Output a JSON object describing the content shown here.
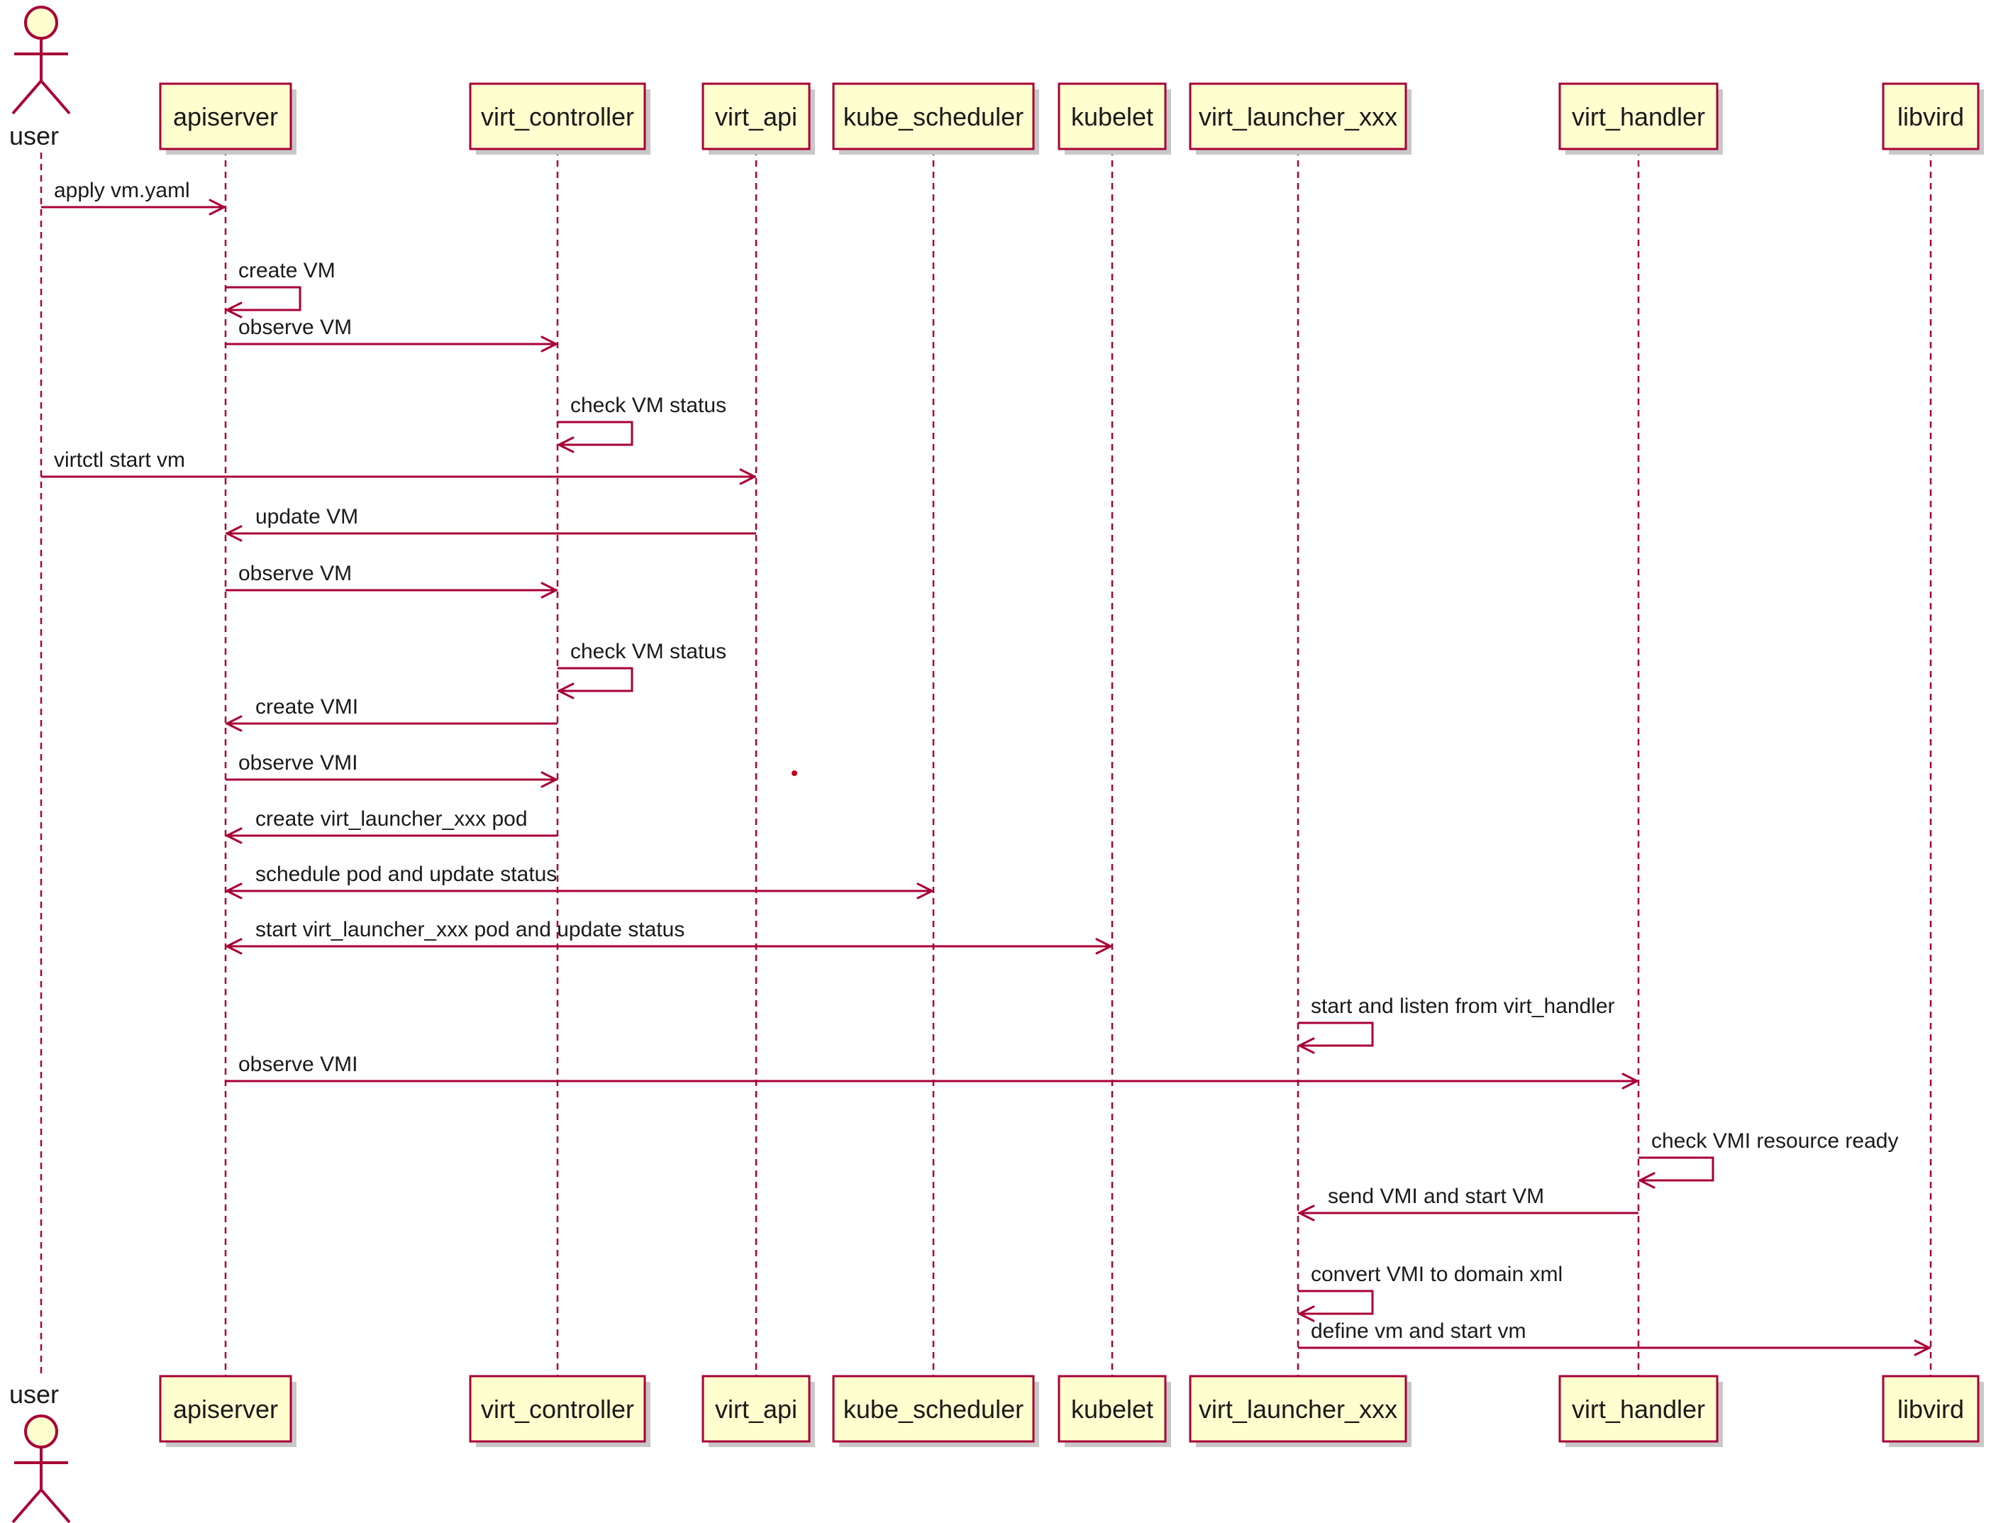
{
  "colors": {
    "border": "#a80036",
    "box_fill": "#fefece",
    "text": "#1a1a1a",
    "background": "#ffffff"
  },
  "actor": {
    "id": "user",
    "label": "user"
  },
  "participants": [
    {
      "id": "apiserver",
      "label": "apiserver"
    },
    {
      "id": "virt_controller",
      "label": "virt_controller"
    },
    {
      "id": "virt_api",
      "label": "virt_api"
    },
    {
      "id": "kube_scheduler",
      "label": "kube_scheduler"
    },
    {
      "id": "kubelet",
      "label": "kubelet"
    },
    {
      "id": "virt_launcher_xxx",
      "label": "virt_launcher_xxx"
    },
    {
      "id": "virt_handler",
      "label": "virt_handler"
    },
    {
      "id": "libvird",
      "label": "libvird"
    }
  ],
  "messages": [
    {
      "from": "user",
      "to": "apiserver",
      "label": "apply vm.yaml"
    },
    {
      "from": "apiserver",
      "to": "apiserver",
      "label": "create VM"
    },
    {
      "from": "apiserver",
      "to": "virt_controller",
      "label": "observe VM"
    },
    {
      "from": "virt_controller",
      "to": "virt_controller",
      "label": "check VM status"
    },
    {
      "from": "user",
      "to": "virt_api",
      "label": "virtctl start vm"
    },
    {
      "from": "virt_api",
      "to": "apiserver",
      "label": "update VM"
    },
    {
      "from": "apiserver",
      "to": "virt_controller",
      "label": "observe VM"
    },
    {
      "from": "virt_controller",
      "to": "virt_controller",
      "label": "check VM status"
    },
    {
      "from": "virt_controller",
      "to": "apiserver",
      "label": "create VMI"
    },
    {
      "from": "apiserver",
      "to": "virt_controller",
      "label": "observe VMI"
    },
    {
      "from": "virt_controller",
      "to": "apiserver",
      "label": "create virt_launcher_xxx pod"
    },
    {
      "from": "apiserver",
      "to": "kube_scheduler",
      "label": "schedule pod and update status",
      "bidirectional": true
    },
    {
      "from": "apiserver",
      "to": "kubelet",
      "label": "start virt_launcher_xxx pod and update status",
      "bidirectional": true
    },
    {
      "from": "virt_launcher_xxx",
      "to": "virt_launcher_xxx",
      "label": "start and listen from virt_handler"
    },
    {
      "from": "apiserver",
      "to": "virt_handler",
      "label": "observe VMI"
    },
    {
      "from": "virt_handler",
      "to": "virt_handler",
      "label": "check VMI resource ready"
    },
    {
      "from": "virt_handler",
      "to": "virt_launcher_xxx",
      "label": "send VMI and start VM"
    },
    {
      "from": "virt_launcher_xxx",
      "to": "virt_launcher_xxx",
      "label": "convert VMI to domain xml"
    },
    {
      "from": "virt_launcher_xxx",
      "to": "libvird",
      "label": "define vm and start vm"
    }
  ]
}
